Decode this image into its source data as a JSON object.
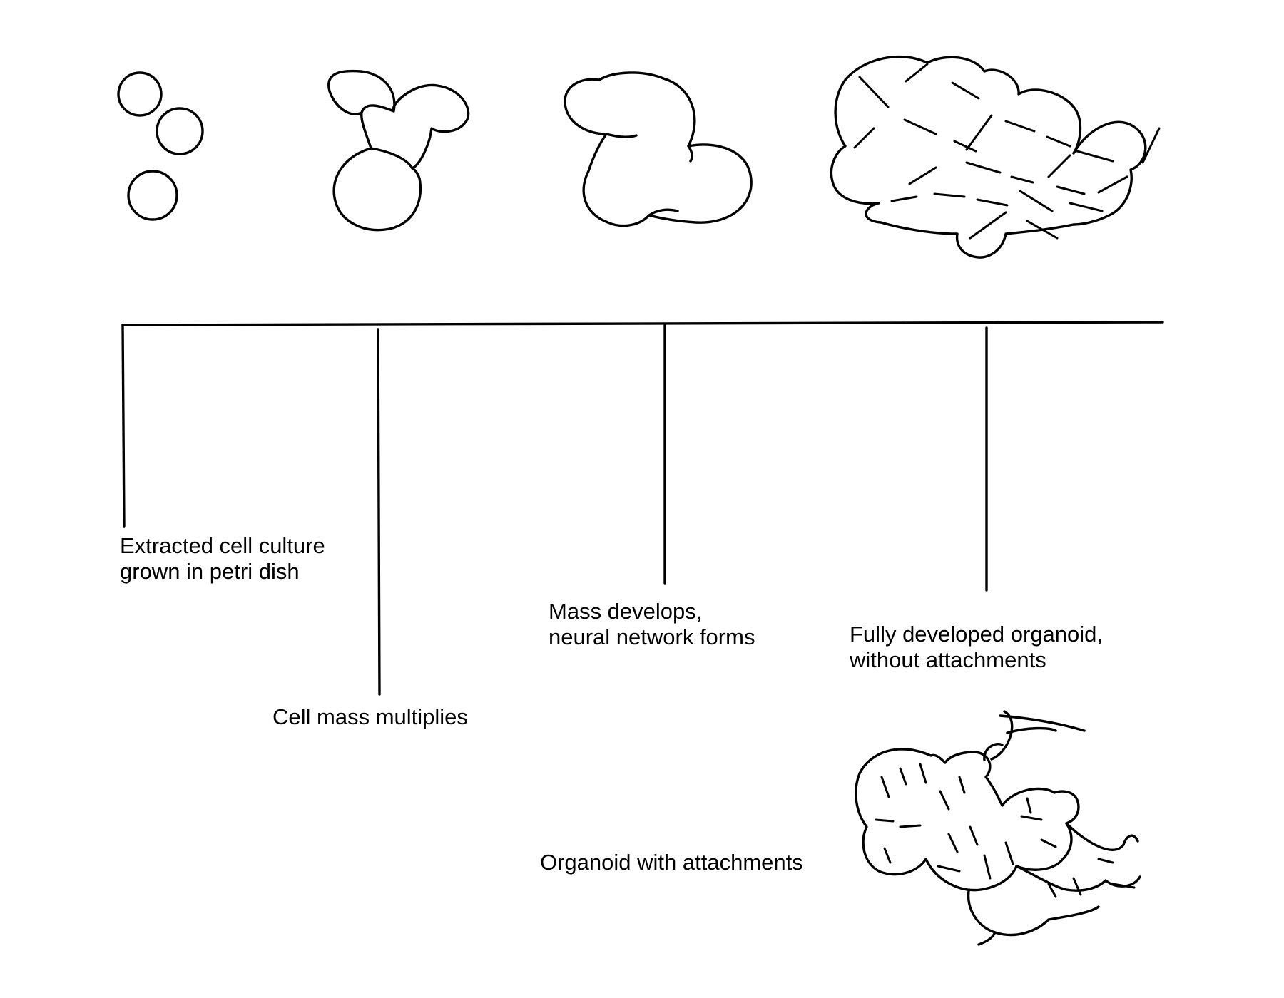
{
  "stages": [
    {
      "lines": [
        "Extracted cell culture",
        "grown in petri dish"
      ]
    },
    {
      "lines": [
        "Cell mass multiplies"
      ]
    },
    {
      "lines": [
        "Mass develops,",
        "neural network forms"
      ]
    },
    {
      "lines": [
        "Fully developed organoid,",
        "without attachments"
      ]
    }
  ],
  "extra_label": "Organoid with attachments"
}
